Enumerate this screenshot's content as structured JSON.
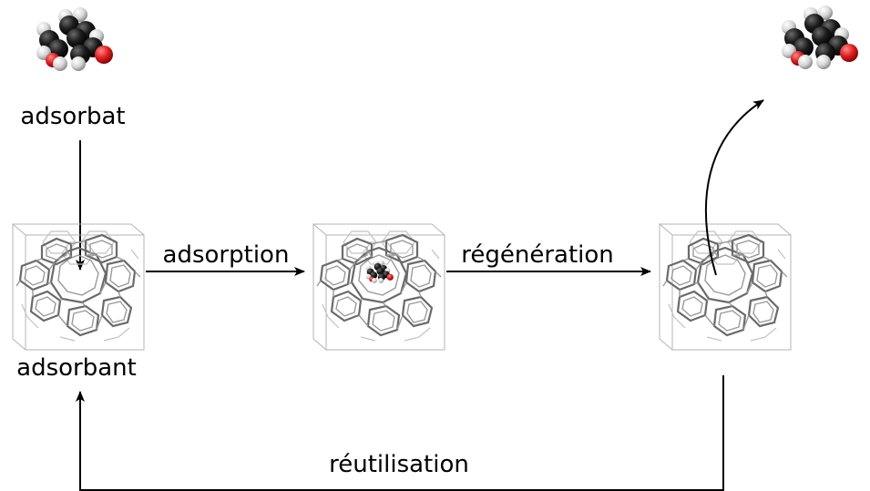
{
  "labels": {
    "adsorbate": "adsorbat",
    "adsorbent": "adsorbant",
    "adsorption": "adsorption",
    "regeneration": "régénération",
    "reuse": "réutilisation"
  },
  "molecule_colors": {
    "carbon": "#1b1b1b",
    "hydrogen": "#dcdcdc",
    "oxygen": "#e02020"
  },
  "framework_color": "#6a6a6a"
}
